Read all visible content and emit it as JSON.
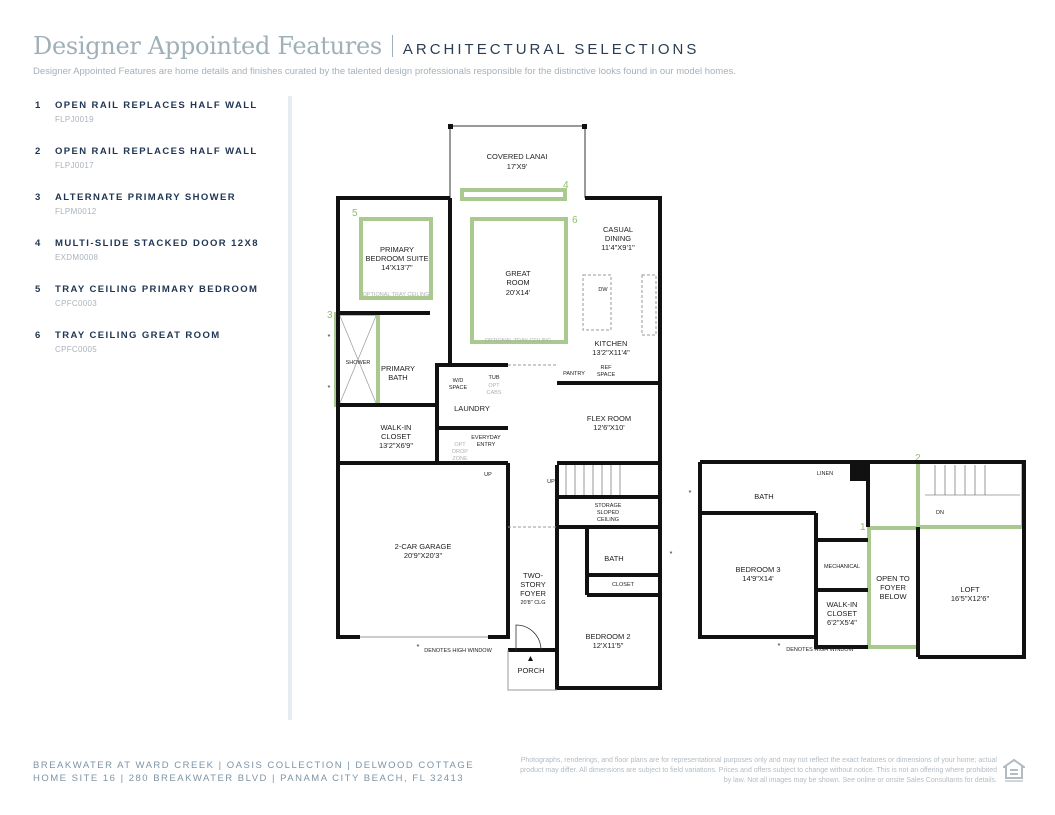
{
  "header": {
    "title": "Designer Appointed Features",
    "subtitle": "ARCHITECTURAL SELECTIONS",
    "intro": "Designer Appointed Features are home details and finishes curated by the talented design professionals responsible for the distinctive looks found in our model homes."
  },
  "features": [
    {
      "num": "1",
      "label": "OPEN RAIL REPLACES HALF WALL",
      "code": "FLPJ0019"
    },
    {
      "num": "2",
      "label": "OPEN RAIL REPLACES HALF WALL",
      "code": "FLPJ0017"
    },
    {
      "num": "3",
      "label": "ALTERNATE PRIMARY SHOWER",
      "code": "FLPM0012"
    },
    {
      "num": "4",
      "label": "MULTI-SLIDE STACKED DOOR 12X8",
      "code": "EXDM0008"
    },
    {
      "num": "5",
      "label": "TRAY CEILING PRIMARY BEDROOM",
      "code": "CPFC0003"
    },
    {
      "num": "6",
      "label": "TRAY CEILING GREAT ROOM",
      "code": "CPFC0005"
    }
  ],
  "plan": {
    "lanai": {
      "name": "COVERED LANAI",
      "dim": "17'X9'"
    },
    "primary_bed": {
      "name1": "PRIMARY",
      "name2": "BEDROOM SUITE",
      "dim": "14'X13'7\""
    },
    "tray": "OPTIONAL TRAY CEILING",
    "great": {
      "name1": "GREAT",
      "name2": "ROOM",
      "dim": "20'X14'"
    },
    "dining": {
      "name1": "CASUAL",
      "name2": "DINING",
      "dim": "11'4\"X9'1\""
    },
    "dw": "DW",
    "kitchen": {
      "name": "KITCHEN",
      "dim": "13'2\"X11'4\""
    },
    "pantry": "PANTRY",
    "ref1": "REF",
    "ref2": "SPACE",
    "shower": "SHOWER",
    "primary_bath": {
      "name1": "PRIMARY",
      "name2": "BATH"
    },
    "wd1": "W/D",
    "wd2": "SPACE",
    "tub": "TUB",
    "opt": "OPT",
    "cabs": "CABS",
    "laundry": "LAUNDRY",
    "walkin": {
      "name1": "WALK-IN",
      "name2": "CLOSET",
      "dim": "13'2\"X6'9\""
    },
    "drop1": "OPT",
    "drop2": "DROP",
    "drop3": "ZONE",
    "entry1": "EVERYDAY",
    "entry2": "ENTRY",
    "flex": {
      "name": "FLEX ROOM",
      "dim": "12'6\"X10'"
    },
    "up": "UP",
    "garage": {
      "name": "2-CAR GARAGE",
      "dim": "20'9\"X20'3\""
    },
    "storage1": "STORAGE",
    "storage2": "SLOPED",
    "storage3": "CEILING",
    "bath": "BATH",
    "closet": "CLOSET",
    "foyer": {
      "name1": "TWO-",
      "name2": "STORY",
      "name3": "FOYER",
      "dim": "20'8\" CLG"
    },
    "bed2": {
      "name": "BEDROOM 2",
      "dim": "12'X11'5\""
    },
    "porch": "PORCH",
    "asterisk": "*",
    "high_window": "DENOTES HIGH WINDOW",
    "linen": "LINEN",
    "bed3": {
      "name": "BEDROOM 3",
      "dim": "14'9\"X14'"
    },
    "mechanical": "MECHANICAL",
    "walkin2": {
      "name1": "WALK-IN",
      "name2": "CLOSET",
      "dim": "6'2\"X5'4\""
    },
    "open": {
      "name1": "OPEN TO",
      "name2": "FOYER",
      "name3": "BELOW"
    },
    "loft": {
      "name": "LOFT",
      "dim": "16'5\"X12'6\""
    },
    "dn": "DN"
  },
  "footer": {
    "line1": "BREAKWATER AT WARD CREEK  |  OASIS COLLECTION  | DELWOOD COTTAGE",
    "line2": "HOME SITE 16  |  280 BREAKWATER BLVD  |  PANAMA CITY BEACH, FL 32413",
    "disclaimer": "Photographs, renderings, and floor plans are for representational purposes only and may not reflect the exact features or dimensions of your home; actual product may differ. All dimensions are subject to field variations. Prices and offers subject to change without notice. This is not an offering where prohibited by law. Not all images may be shown. See online or onsite Sales Consultants for details."
  },
  "colors": {
    "highlight": "#a9c98f",
    "title": "#9fb0b9",
    "navy": "#1f3552"
  }
}
